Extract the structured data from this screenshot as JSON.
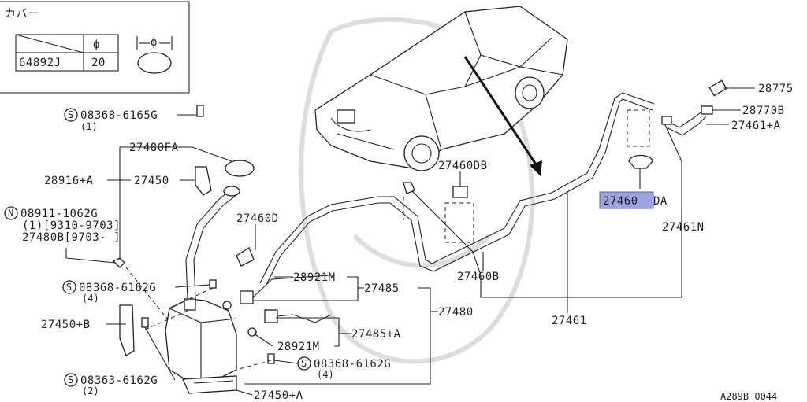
{
  "inset": {
    "title": "カバー",
    "header_symbol": "ϕ",
    "part_no": "64892J",
    "diameter": "20",
    "dim_symbol": "ϕ"
  },
  "labels": {
    "p_28775": "28775",
    "p_28770b": "28770B",
    "p_27461a": "27461+A",
    "p_27460da_hl": "27460",
    "p_27460da_suffix": "DA",
    "p_27461n": "27461N",
    "p_27460db": "27460DB",
    "p_27460b": "27460B",
    "p_27461": "27461",
    "p_27460d": "27460D",
    "p_27480fa": "27480FA",
    "p_28916a": "28916+A",
    "p_27450": "27450",
    "p_s1_code": "08368-6165G",
    "p_s1_qty": "(1)",
    "p_n_code": "08911-1062G",
    "p_n_range1": "(1)[9310-9703]",
    "p_n_range2": "27480B[9703-     ]",
    "p_28921m_top": "28921M",
    "p_27485": "27485",
    "p_27480": "27480",
    "p_s2_code": "08368-6162G",
    "p_s2_qty": "(4)",
    "p_27450b": "27450+B",
    "p_27485a": "27485+A",
    "p_28921m_bot": "28921M",
    "p_s3_code": "08368-6162G",
    "p_s3_qty": "(4)",
    "p_s4_code": "08363-6162G",
    "p_s4_qty": "(2)",
    "p_27450a": "27450+A",
    "circle_s": "S",
    "circle_n": "N",
    "code": "A289B 0044"
  },
  "colors": {
    "highlight": "#9DA3E0",
    "ink": "#222222"
  }
}
